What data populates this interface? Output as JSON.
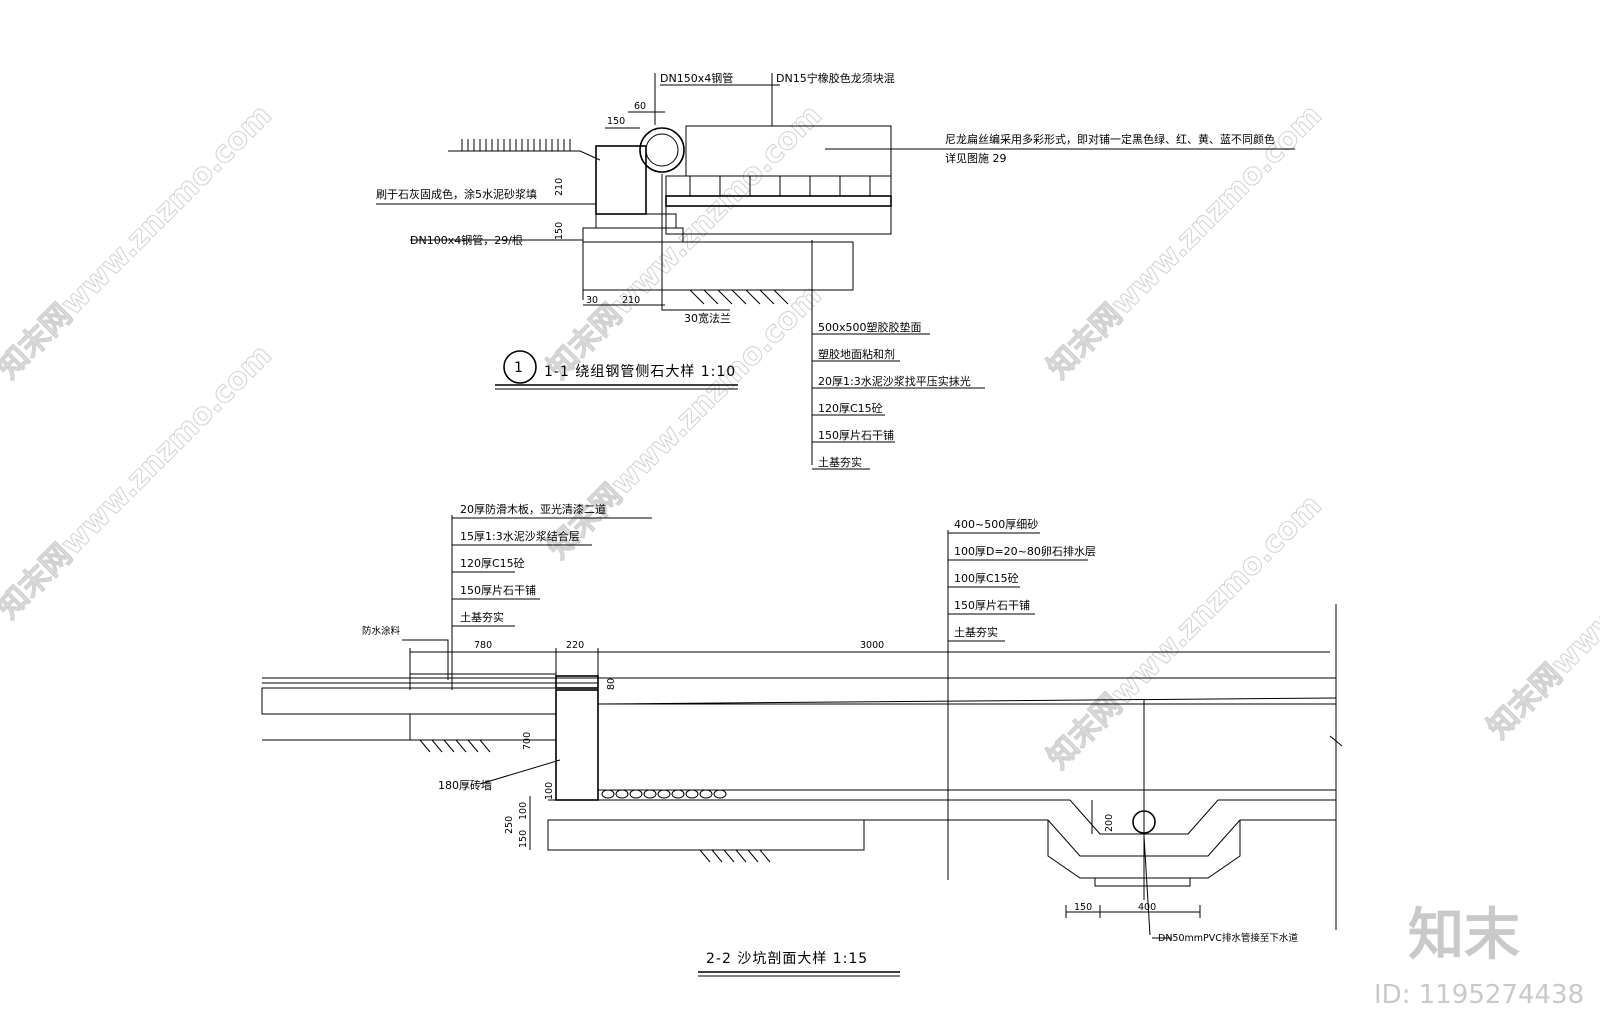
{
  "detail1": {
    "title_number": "1",
    "title": "1-1 绕组钢管侧石大样  1:10",
    "labels": {
      "pipe_top": "DN150x4钢管",
      "rubber_top": "DN15宁橡胶色龙须块混",
      "rubber_desc": "尼龙扁丝编采用多彩形式，即对铺一定黑色绿、红、黄、蓝不同颜色",
      "rubber_ref": "详见图施 29",
      "joint": "刷于石灰固成色，涂5水泥砂浆填",
      "pipe_side": "DN100x4钢管，29/根",
      "flange": "30宽法兰"
    },
    "dims": [
      "150",
      "60",
      "210",
      "150",
      "30",
      "210"
    ],
    "layers": [
      "500x500塑胶胶垫面",
      "塑胶地面粘和剂",
      "20厚1:3水泥沙浆找平压实抹光",
      "120厚C15砼",
      "150厚片石干铺",
      "土基夯实"
    ]
  },
  "detail2": {
    "title": "2-2 沙坑剖面大样  1:15",
    "left_layers": [
      "20厚防滑木板，亚光清漆二道",
      "15厚1:3水泥沙浆结合层",
      "120厚C15砼",
      "150厚片石干铺",
      "土基夯实"
    ],
    "right_layers": [
      "400~500厚细砂",
      "100厚D=20~80卵石排水层",
      "100厚C15砼",
      "150厚片石干铺",
      "土基夯实"
    ],
    "labels": {
      "waterproof": "防水涂料",
      "wall": "180厚砖墙",
      "drain": "DN50mmPVC排水管接至下水道"
    },
    "dims": [
      "780",
      "220",
      "3000",
      "80",
      "700",
      "100",
      "250",
      "100",
      "150",
      "200",
      "150",
      "400"
    ]
  },
  "brand": {
    "logo": "知末",
    "id": "ID: 1195274438",
    "watermark": "知末网www.znzmo.com"
  }
}
